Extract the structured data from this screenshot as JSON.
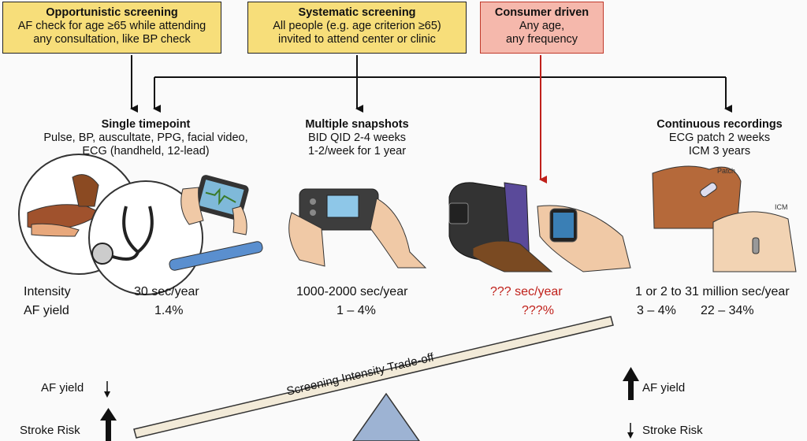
{
  "boxes": [
    {
      "title": "Opportunistic screening",
      "lines": [
        "AF check for age ≥65 while attending",
        "any consultation, like BP check"
      ]
    },
    {
      "title": "Systematic screening",
      "lines": [
        "All people (e.g. age criterion ≥65)",
        "invited to attend center or clinic"
      ]
    },
    {
      "title": "Consumer driven",
      "lines": [
        "Any age,",
        "any frequency"
      ]
    }
  ],
  "categories": [
    {
      "title": "Single timepoint",
      "lines": [
        "Pulse, BP, auscultate, PPG, facial video,",
        "ECG (handheld, 12-lead)"
      ]
    },
    {
      "title": "Multiple snapshots",
      "lines": [
        "BID QID 2-4 weeks",
        "1-2/week for 1 year"
      ]
    },
    {
      "title": "Continuous recordings",
      "lines": [
        "ECG patch 2 weeks",
        "ICM 3 years"
      ]
    }
  ],
  "row_labels": {
    "intensity": "Intensity",
    "yield": "AF yield"
  },
  "values": {
    "single_intensity": "30 sec/year",
    "single_yield": "1.4%",
    "multi_intensity": "1000-2000 sec/year",
    "multi_yield": "1 – 4%",
    "consumer_intensity": "??? sec/year",
    "consumer_yield": "???%",
    "continuous_intensity": "1 or 2 to 31 million sec/year",
    "continuous_yield_a": "3 – 4%",
    "continuous_yield_b": "22 – 34%"
  },
  "seesaw_label": "Screening Intensity Trade-off",
  "left_side": {
    "yield": "AF yield",
    "risk": "Stroke Risk"
  },
  "right_side": {
    "yield": "AF yield",
    "risk": "Stroke Risk"
  },
  "illustration_labels": {
    "patch": "Patch",
    "icm": "ICM"
  },
  "colors": {
    "yellow_box": "#f7de7a",
    "pink_box": "#f5b8ac",
    "red": "#c0201a",
    "fulcrum": "#9db3d3"
  }
}
